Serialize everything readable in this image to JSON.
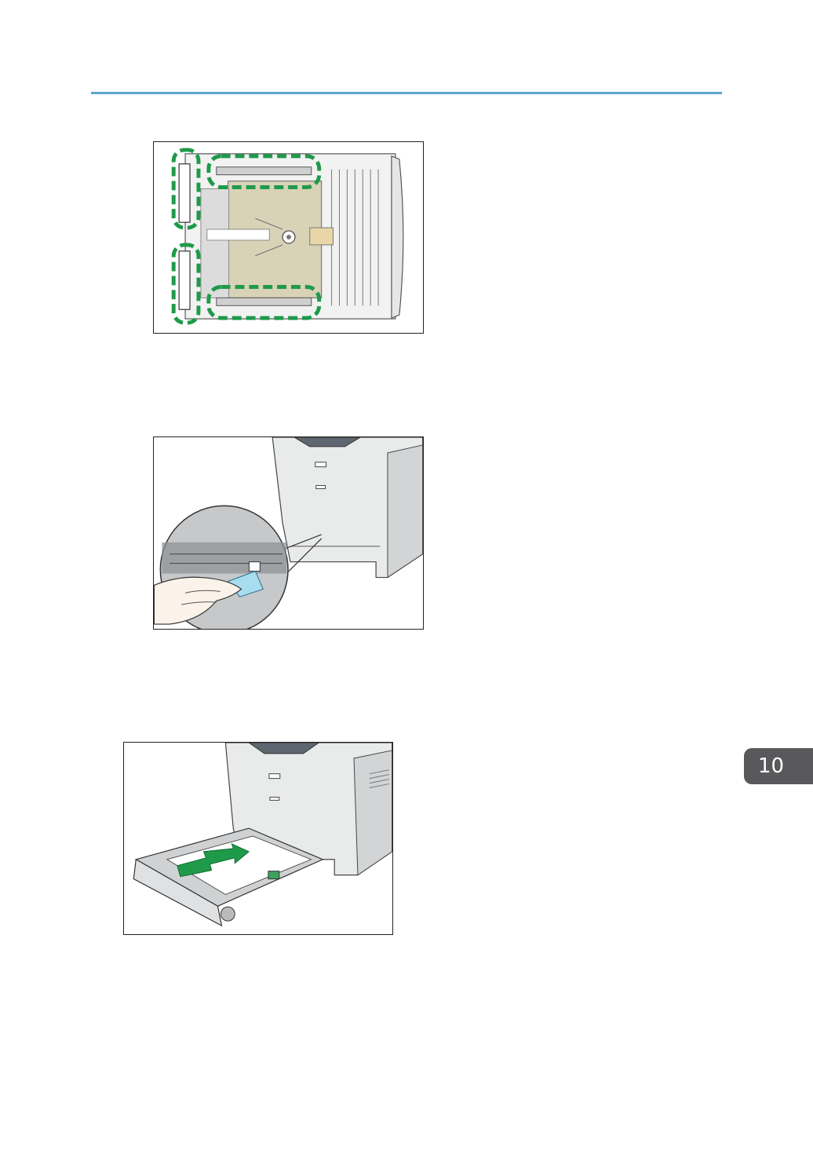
{
  "page": {
    "chapter_number": "10"
  },
  "figures": [
    {
      "id": "tray-top-view",
      "colors": {
        "highlight": "#1f9a4a",
        "tray_inner": "#d8d2b6"
      }
    },
    {
      "id": "cleaning-friction-pad",
      "colors": {
        "cloth": "#a8dcef",
        "body": "#e9eaea"
      }
    },
    {
      "id": "insert-paper-tray",
      "colors": {
        "arrow": "#1f9a4a",
        "body": "#e9eaea"
      }
    }
  ]
}
